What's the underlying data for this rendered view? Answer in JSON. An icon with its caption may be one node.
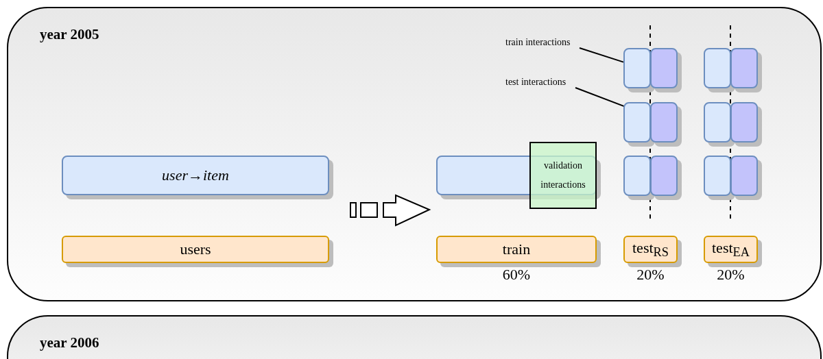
{
  "diagram": {
    "nodes": [
      {
        "text": [
          "year 2005"
        ]
      },
      {
        "text": [
          "train interactions"
        ],
        "in": 0
      },
      {
        "text": [],
        "shape": "box",
        "in": 0
      },
      {
        "text": [],
        "shape": "box",
        "in": 0
      },
      {
        "text": [],
        "shape": "box",
        "in": 0
      },
      {
        "text": [],
        "shape": "box",
        "in": 0
      },
      {
        "text": [
          "test interactions"
        ],
        "in": 0
      },
      {
        "text": [],
        "shape": "box",
        "in": 0
      },
      {
        "text": [],
        "shape": "box",
        "in": 0
      },
      {
        "text": [],
        "shape": "box",
        "in": 0
      },
      {
        "text": [],
        "shape": "box",
        "in": 0
      },
      {
        "text": [
          "*user*→*item*"
        ],
        "in": 0
      },
      {
        "text": [],
        "shape": "box",
        "in": 0
      },
      {
        "text": [
          "validation interactions"
        ],
        "in": 0
      },
      {
        "text": [],
        "shape": "box",
        "in": 0
      },
      {
        "text": [],
        "shape": "box",
        "in": 0
      },
      {
        "text": [],
        "shape": "box",
        "in": 0
      },
      {
        "text": [],
        "shape": "box",
        "in": 0
      },
      {
        "text": [
          "users"
        ],
        "in": 0
      },
      {
        "text": [
          "train"
        ],
        "beside": [
          "60%"
        ],
        "in": 0
      },
      {
        "text": [
          "test$_{RS}$"
        ],
        "beside": [
          "20%"
        ],
        "in": 0
      },
      {
        "text": [
          "test$_{EA}$"
        ],
        "beside": [
          "20%"
        ],
        "in": 0
      },
      {
        "text": [
          "year 2006"
        ]
      }
    ],
    "edges": [
      {
        "from": 1,
        "to": 2,
        "arrow": "none"
      },
      {
        "from": 6,
        "to": 8,
        "arrow": "none"
      }
    ]
  }
}
